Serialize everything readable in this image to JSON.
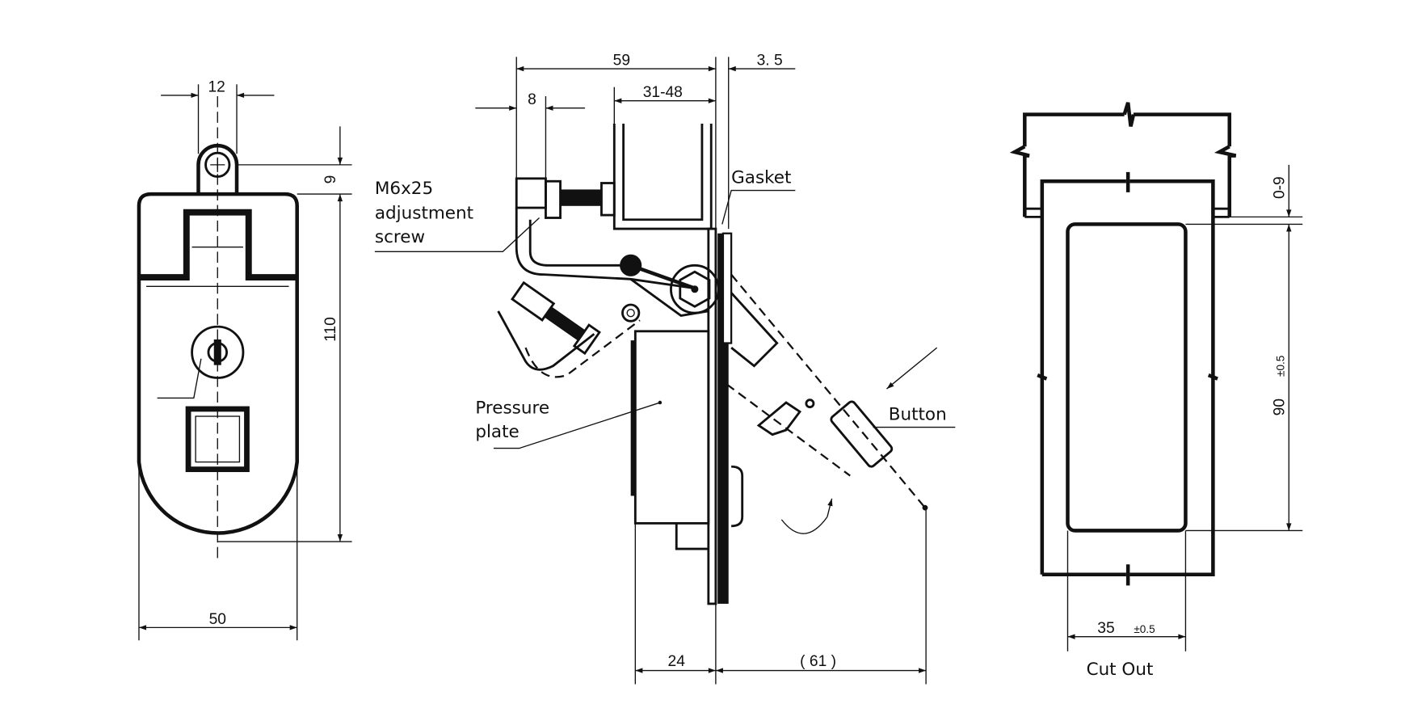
{
  "colors": {
    "line": "#111111",
    "background": "#ffffff"
  },
  "front_view": {
    "dims": {
      "tab_width": "12",
      "tab_height": "9",
      "height": "110",
      "width": "50"
    }
  },
  "side_view": {
    "dims": {
      "overall": "59",
      "gasket_thickness": "3. 5",
      "screw_offset": "8",
      "panel_range": "31-48",
      "depth": "24",
      "handle_reach": "( 61 )"
    },
    "labels": {
      "screw_line1": "M6x25",
      "screw_line2": "adjustment",
      "screw_line3": "screw",
      "gasket": "Gasket",
      "pressure_line1": "Pressure",
      "pressure_line2": "plate",
      "button": "Button"
    }
  },
  "cutout_view": {
    "dims": {
      "gap": "0-9",
      "height": "90",
      "height_tol": "±0.5",
      "width": "35",
      "width_tol": "±0.5"
    },
    "title": "Cut Out"
  }
}
